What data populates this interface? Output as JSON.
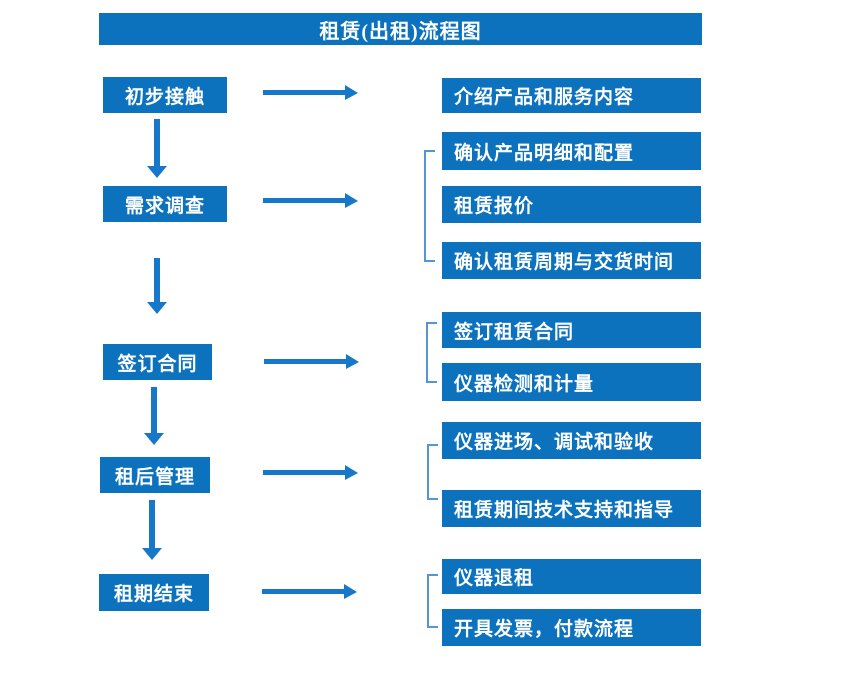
{
  "title": "租赁(出租)流程图",
  "colors": {
    "primary": "#0d72bd",
    "arrow": "#1778c9",
    "bracket": "#5596d2",
    "text_on_primary": "#ffffff",
    "background": "#ffffff"
  },
  "stages": [
    {
      "label": "初步接触",
      "outputs": [
        "介绍产品和服务内容"
      ]
    },
    {
      "label": "需求调查",
      "outputs": [
        "确认产品明细和配置",
        "租赁报价",
        "确认租赁周期与交货时间"
      ]
    },
    {
      "label": "签订合同",
      "outputs": [
        "签订租赁合同",
        "仪器检测和计量"
      ]
    },
    {
      "label": "租后管理",
      "outputs": [
        "仪器进场、调试和验收",
        "租赁期间技术支持和指导"
      ]
    },
    {
      "label": "租期结束",
      "outputs": [
        "仪器退租",
        "开具发票，付款流程"
      ]
    }
  ]
}
